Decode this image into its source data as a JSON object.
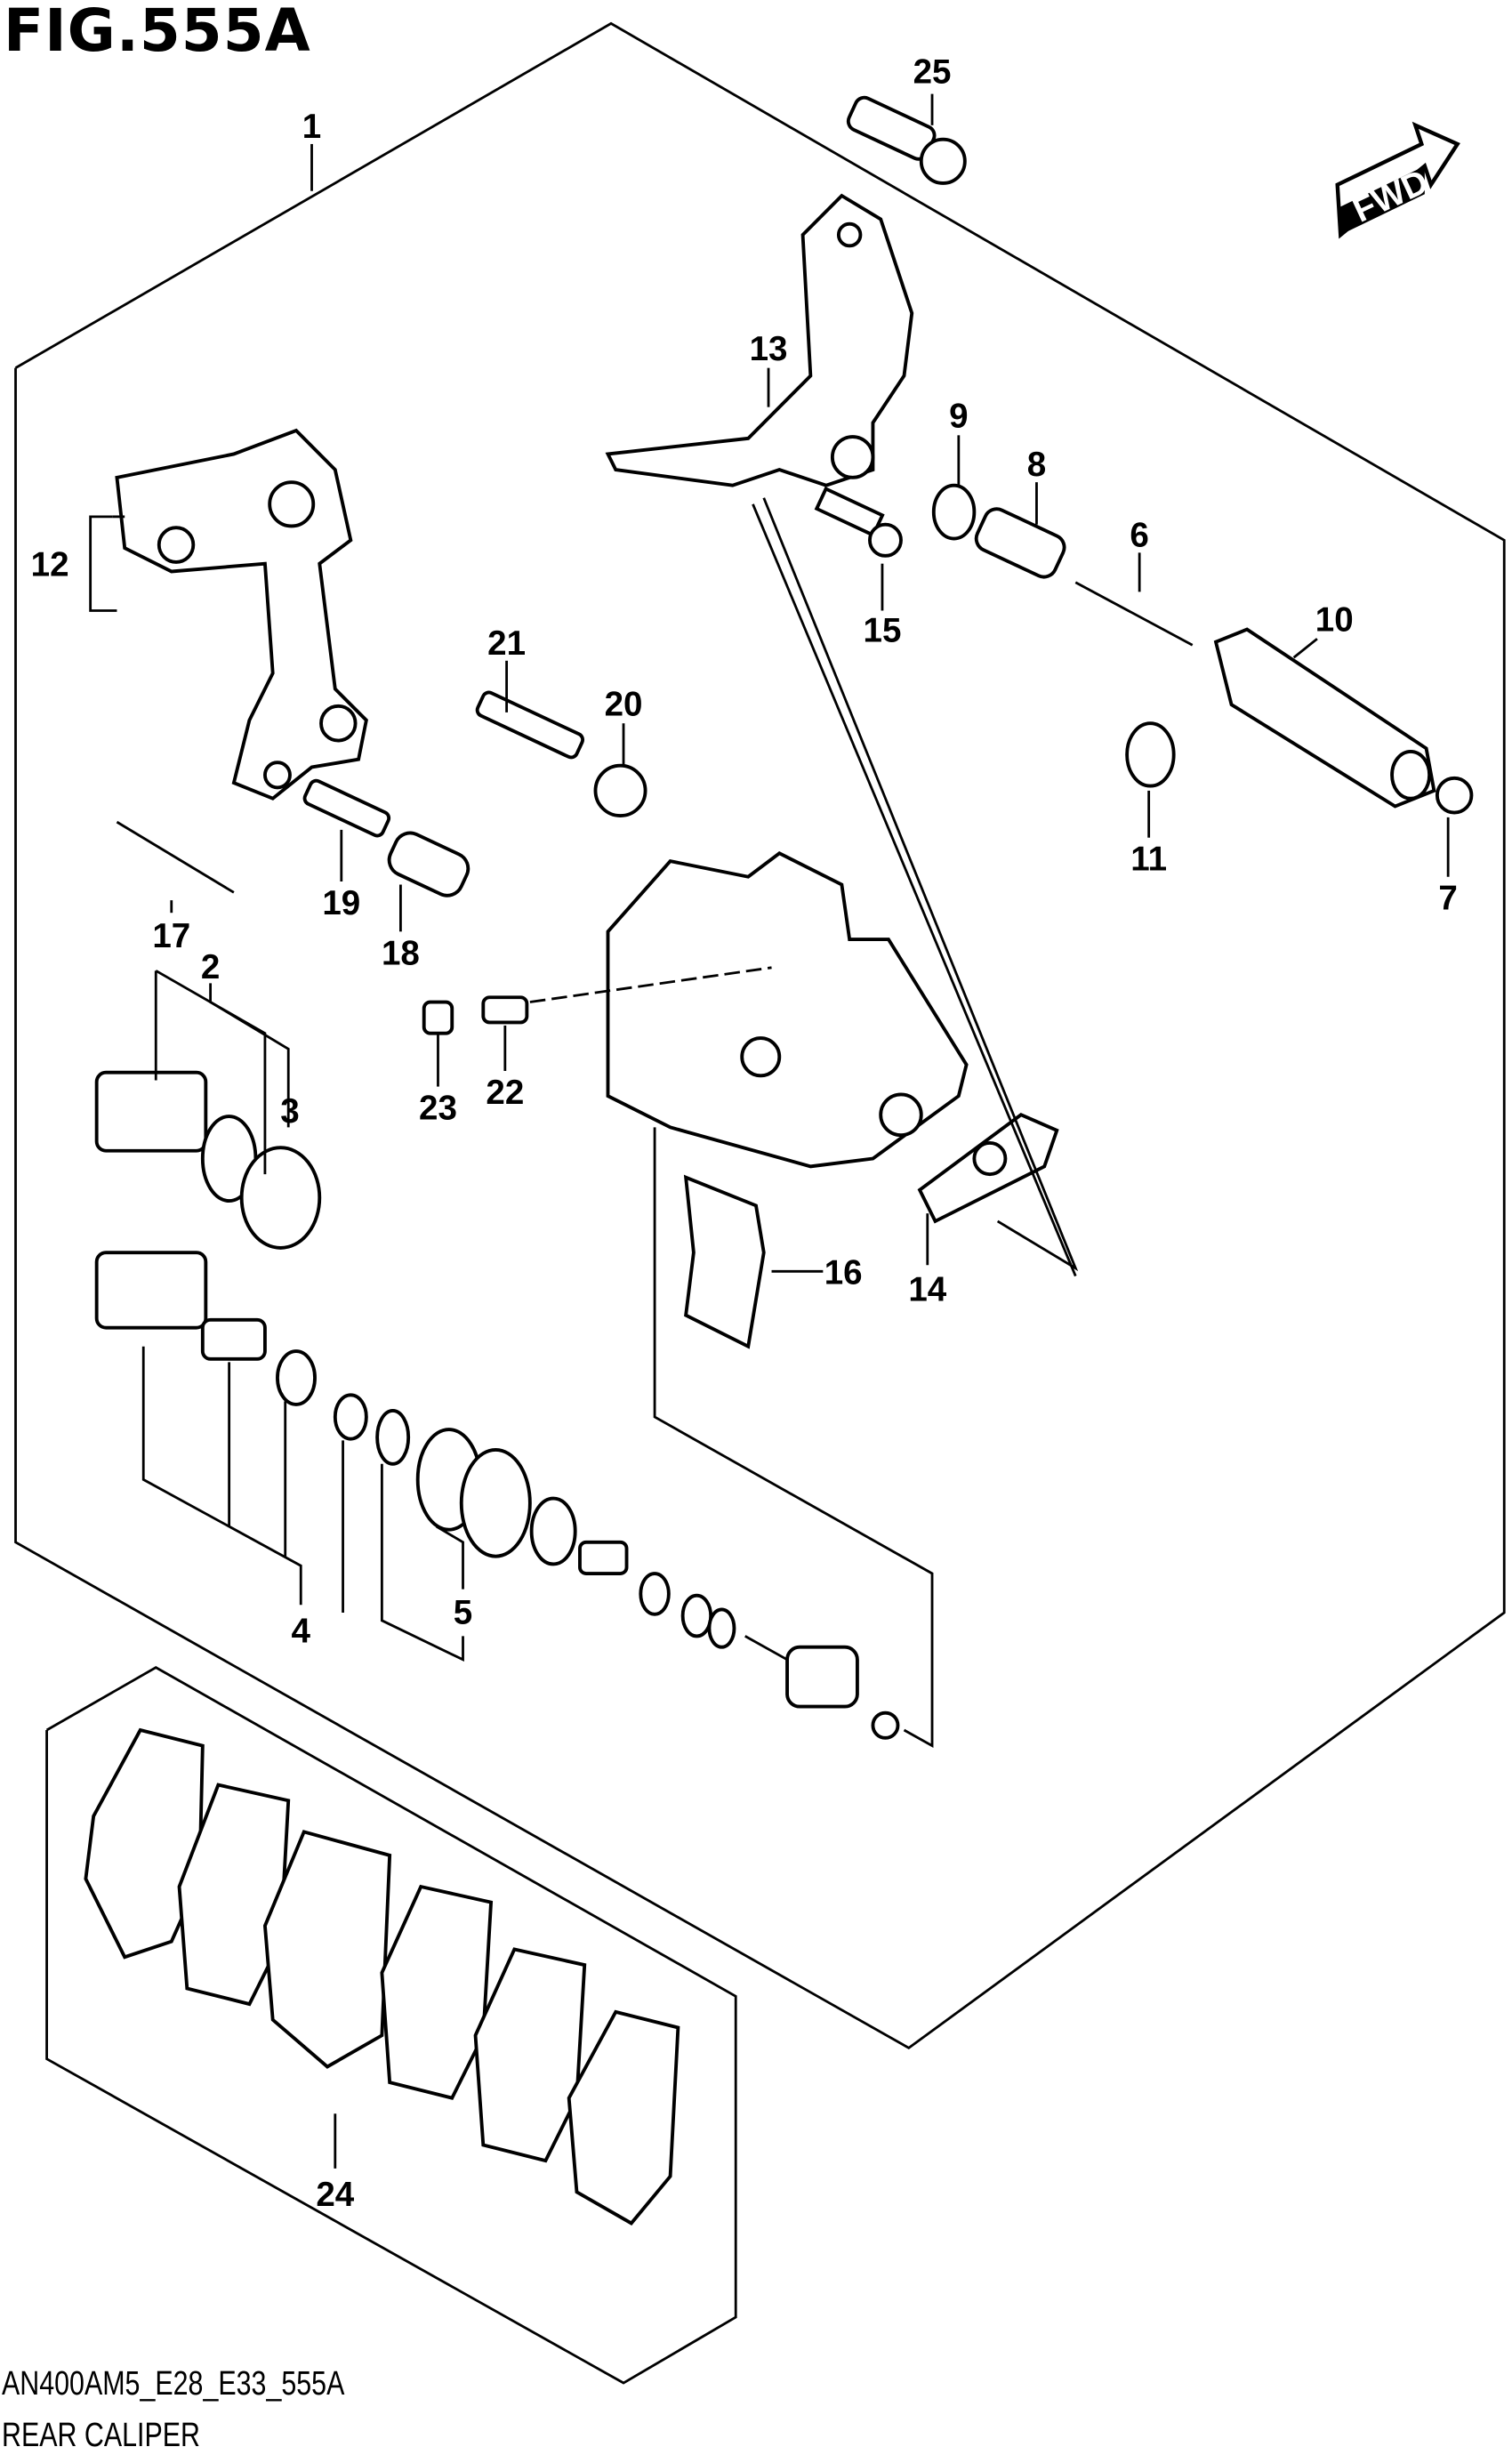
{
  "figure": {
    "title": "FIG.555A",
    "code": "AN400AM5_E28_E33_555A",
    "name": "REAR CALIPER",
    "direction_label": "FWD"
  },
  "callouts": [
    "1",
    "2",
    "3",
    "4",
    "5",
    "6",
    "7",
    "8",
    "9",
    "10",
    "11",
    "12",
    "13",
    "14",
    "15",
    "16",
    "17",
    "18",
    "19",
    "20",
    "21",
    "22",
    "23",
    "24",
    "25"
  ]
}
